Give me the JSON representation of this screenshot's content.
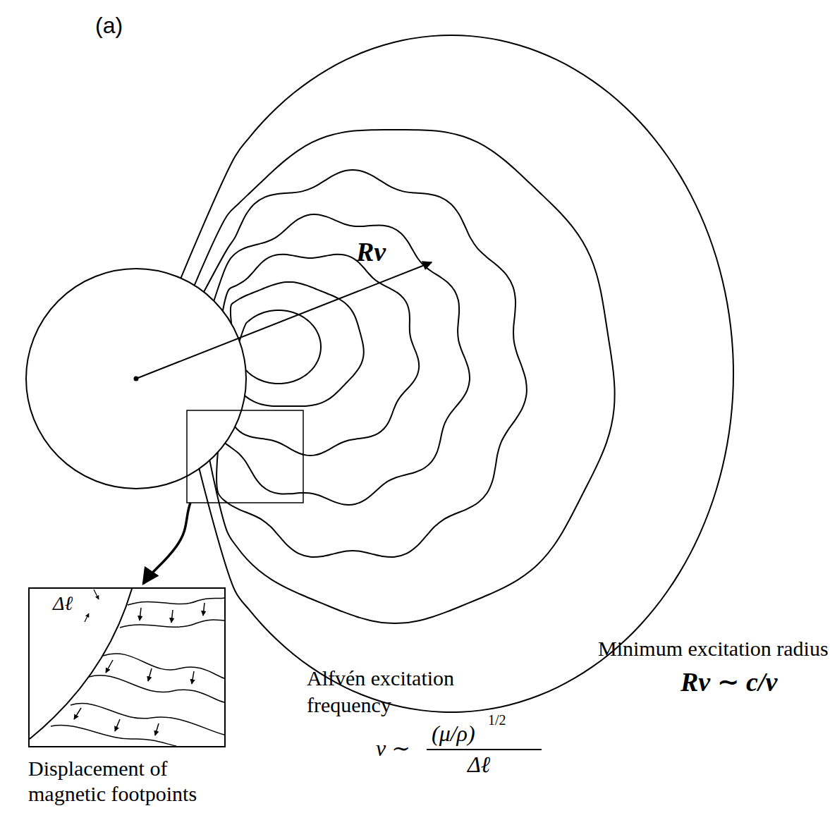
{
  "diagram": {
    "nodes": [
      {
        "text": [
          "Δℓ"
        ]
      }
    ],
    "labels": [
      "(a)",
      "Rν",
      "Displacement of magnetic footpoints",
      "Alfvén excitation frequency",
      "ν ∼",
      "(μ/ρ)",
      "1/2",
      "Δℓ",
      "Minimum excitation radius",
      "Rν ∼ c/ν"
    ]
  }
}
